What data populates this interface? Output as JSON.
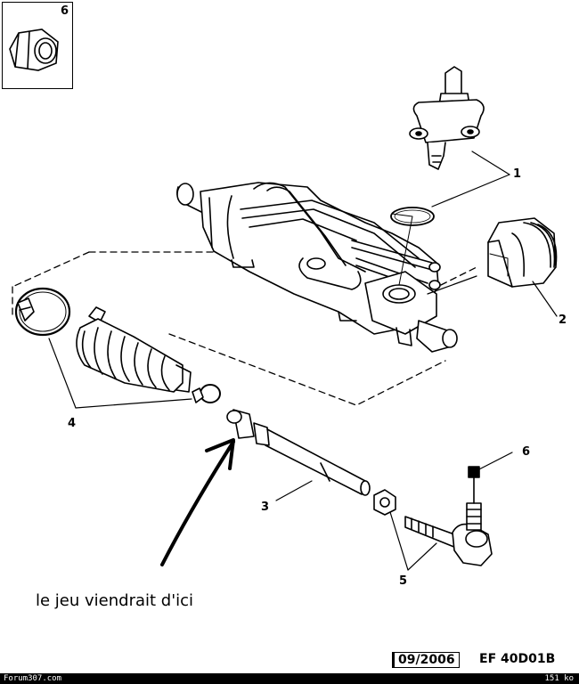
{
  "inset": {
    "label": "6"
  },
  "callouts": {
    "c1": "1",
    "c2": "2",
    "c3": "3",
    "c4": "4",
    "c5": "5",
    "c6": "6"
  },
  "annotation": {
    "text": "le jeu viendrait d'ici"
  },
  "reference": {
    "date": "09/2006",
    "code": "EF 40D01B"
  },
  "footer": {
    "site": "Forum307.com",
    "size": "151 ko"
  }
}
